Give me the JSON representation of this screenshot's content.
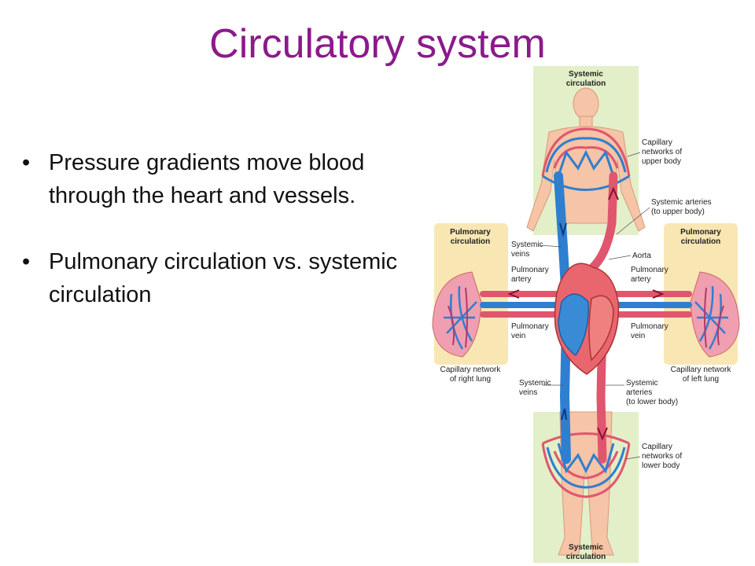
{
  "slide": {
    "title": "Circulatory system",
    "bullets": [
      "Pressure gradients move blood through the heart and vessels.",
      "Pulmonary circulation vs. systemic circulation"
    ]
  },
  "diagram": {
    "systemic_top": [
      "Systemic",
      "circulation"
    ],
    "systemic_bottom": [
      "Systemic",
      "circulation"
    ],
    "pulmonary_left": [
      "Pulmonary",
      "circulation"
    ],
    "pulmonary_right": [
      "Pulmonary",
      "circulation"
    ],
    "cap_upper": [
      "Capillary",
      "networks of",
      "upper body"
    ],
    "sys_art_upper": [
      "Systemic arteries",
      "(to upper body)"
    ],
    "sys_veins_upper": [
      "Systemic",
      "veins"
    ],
    "aorta": "Aorta",
    "pulm_artery_left": [
      "Pulmonary",
      "artery"
    ],
    "pulm_artery_right": [
      "Pulmonary",
      "artery"
    ],
    "pulm_vein_left": [
      "Pulmonary",
      "vein"
    ],
    "pulm_vein_right": [
      "Pulmonary",
      "vein"
    ],
    "cap_right_lung": [
      "Capillary network",
      "of right lung"
    ],
    "cap_left_lung": [
      "Capillary network",
      "of left lung"
    ],
    "sys_veins_lower": [
      "Systemic",
      "veins"
    ],
    "sys_art_lower": [
      "Systemic",
      "arteries",
      "(to lower body)"
    ],
    "cap_lower": [
      "Capillary",
      "networks of",
      "lower body"
    ]
  },
  "colors": {
    "title": "#8b1a8b",
    "systemic_panel": "#e3efc8",
    "pulmonary_panel": "#f9e7b3",
    "vein_blue": "#2f7fd0",
    "artery_red": "#e0566e",
    "heart": "#e9666f",
    "skin": "#f6c4a6"
  }
}
